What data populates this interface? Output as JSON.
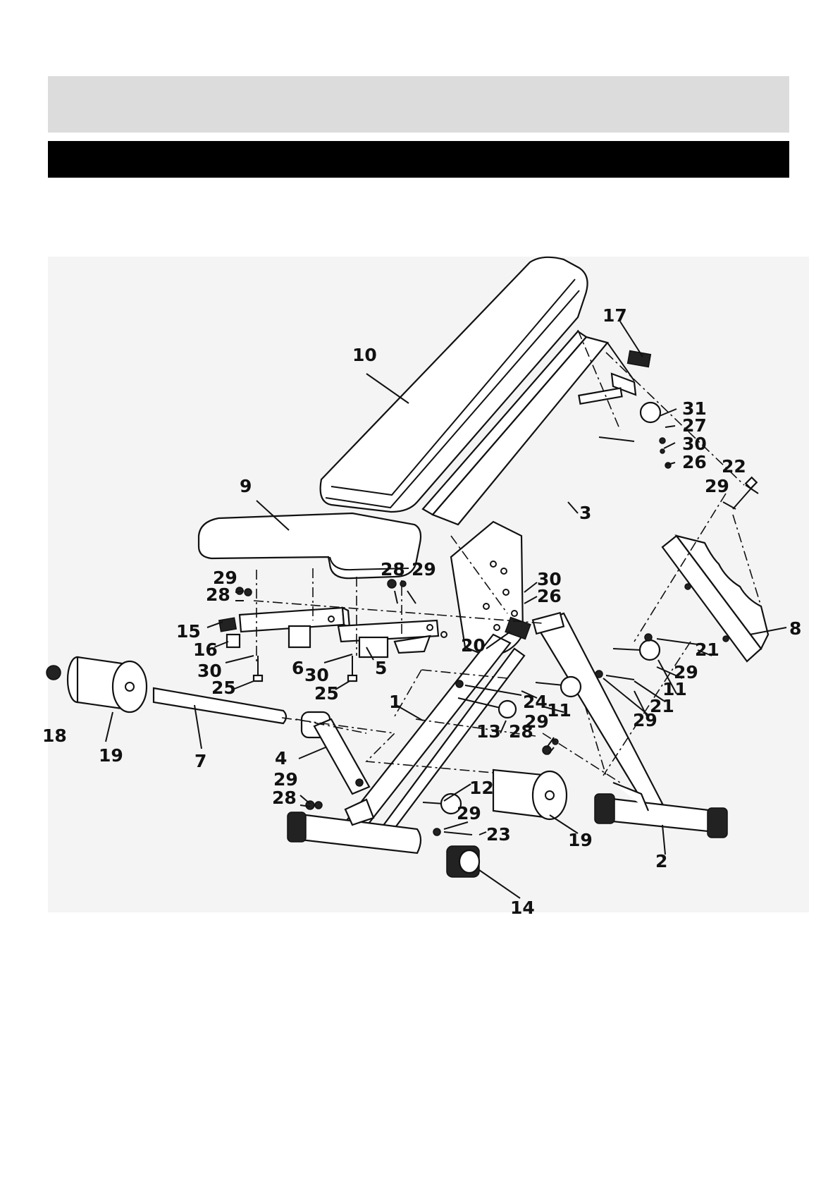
{
  "diagram": {
    "part_labels": [
      {
        "id": "17",
        "text": "17"
      },
      {
        "id": "10",
        "text": "10"
      },
      {
        "id": "31",
        "text": "31"
      },
      {
        "id": "27",
        "text": "27"
      },
      {
        "id": "30a",
        "text": "30"
      },
      {
        "id": "26a",
        "text": "26"
      },
      {
        "id": "22",
        "text": "22"
      },
      {
        "id": "29a",
        "text": "29"
      },
      {
        "id": "9",
        "text": "9"
      },
      {
        "id": "3",
        "text": "3"
      },
      {
        "id": "29b",
        "text": "29"
      },
      {
        "id": "28a",
        "text": "28"
      },
      {
        "id": "28b",
        "text": "28"
      },
      {
        "id": "29c",
        "text": "29"
      },
      {
        "id": "30b",
        "text": "30"
      },
      {
        "id": "26b",
        "text": "26"
      },
      {
        "id": "8",
        "text": "8"
      },
      {
        "id": "15",
        "text": "15"
      },
      {
        "id": "16",
        "text": "16"
      },
      {
        "id": "20",
        "text": "20"
      },
      {
        "id": "21a",
        "text": "21"
      },
      {
        "id": "30c",
        "text": "30"
      },
      {
        "id": "6",
        "text": "6"
      },
      {
        "id": "30d",
        "text": "30"
      },
      {
        "id": "5",
        "text": "5"
      },
      {
        "id": "29d",
        "text": "29"
      },
      {
        "id": "25a",
        "text": "25"
      },
      {
        "id": "25b",
        "text": "25"
      },
      {
        "id": "11a",
        "text": "11"
      },
      {
        "id": "18",
        "text": "18"
      },
      {
        "id": "1",
        "text": "1"
      },
      {
        "id": "24",
        "text": "24"
      },
      {
        "id": "21b",
        "text": "21"
      },
      {
        "id": "11b",
        "text": "11"
      },
      {
        "id": "29e",
        "text": "29"
      },
      {
        "id": "19a",
        "text": "19"
      },
      {
        "id": "7",
        "text": "7"
      },
      {
        "id": "4",
        "text": "4"
      },
      {
        "id": "13",
        "text": "13"
      },
      {
        "id": "28c",
        "text": "28"
      },
      {
        "id": "29f",
        "text": "29"
      },
      {
        "id": "29g",
        "text": "29"
      },
      {
        "id": "12",
        "text": "12"
      },
      {
        "id": "28d",
        "text": "28"
      },
      {
        "id": "29h",
        "text": "29"
      },
      {
        "id": "23",
        "text": "23"
      },
      {
        "id": "19b",
        "text": "19"
      },
      {
        "id": "2",
        "text": "2"
      },
      {
        "id": "14",
        "text": "14"
      }
    ]
  }
}
